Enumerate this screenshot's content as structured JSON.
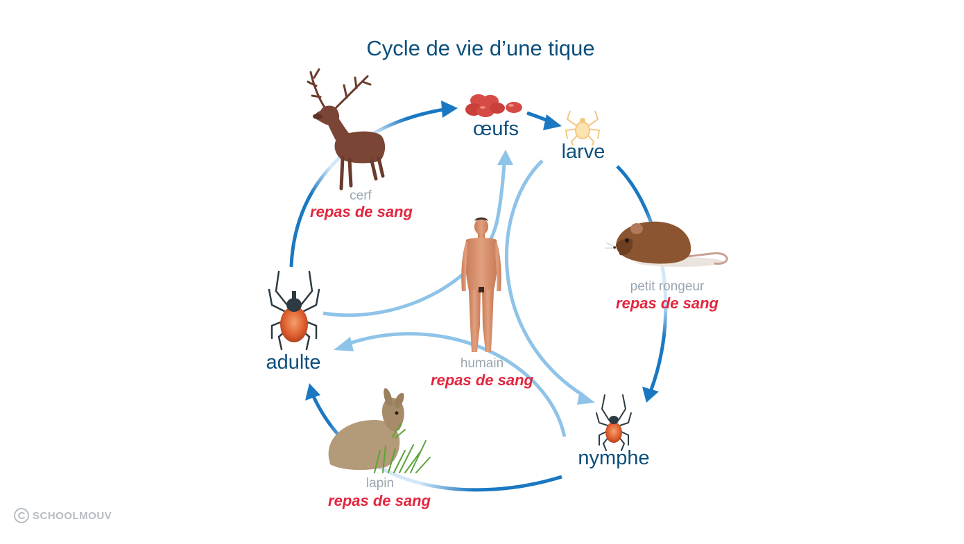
{
  "title": "Cycle de vie d’une tique",
  "stages": {
    "eggs": "œufs",
    "larva": "larve",
    "nymph": "nymphe",
    "adult": "adulte"
  },
  "hosts": {
    "deer": {
      "name": "cerf",
      "meal": "repas de sang"
    },
    "rodent": {
      "name": "petit rongeur",
      "meal": "repas de sang"
    },
    "rabbit": {
      "name": "lapin",
      "meal": "repas de sang"
    },
    "human": {
      "name": "humain",
      "meal": "repas de sang"
    }
  },
  "brand": {
    "symbol": "C",
    "name": "SCHOOLMOUV"
  },
  "colors": {
    "dark_blue": "#1a78c2",
    "light_blue": "#8fc3e8",
    "stage_text": "#0b4f7c",
    "meal_text": "#e3263f",
    "host_text": "#9aa6b0"
  }
}
